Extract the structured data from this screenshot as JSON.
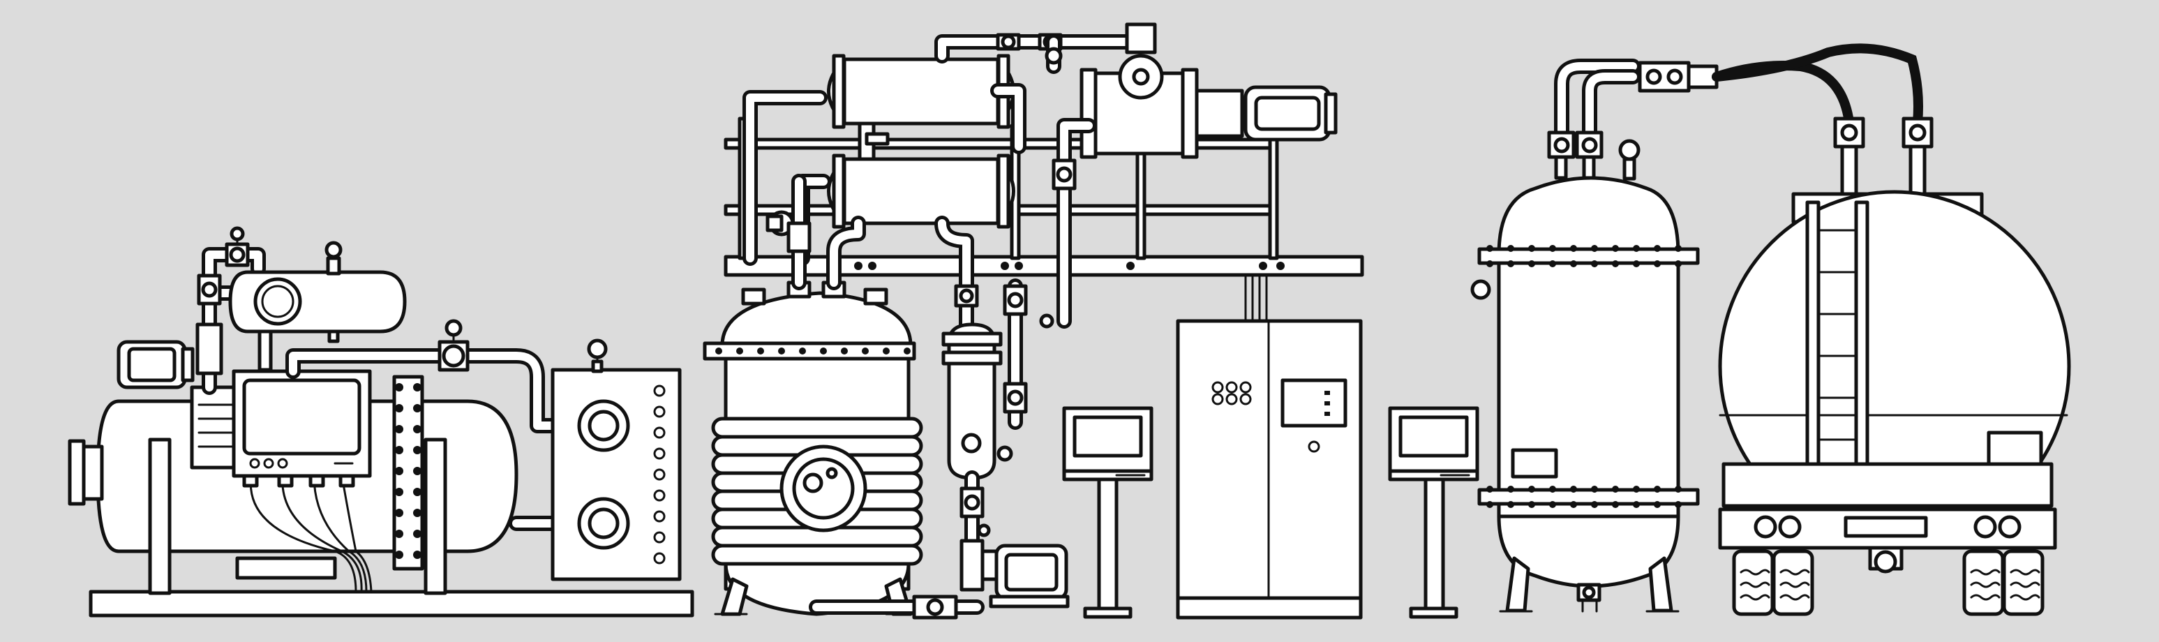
{
  "scene": {
    "background": "#dcdcdc",
    "line_color": "#111111",
    "fill_color": "#ffffff",
    "equipment": [
      "boiler-unit",
      "heat-exchanger-rack",
      "jacketed-reactor",
      "separator-column",
      "control-cabinet",
      "operator-terminal",
      "storage-tank",
      "tanker-truck"
    ]
  }
}
